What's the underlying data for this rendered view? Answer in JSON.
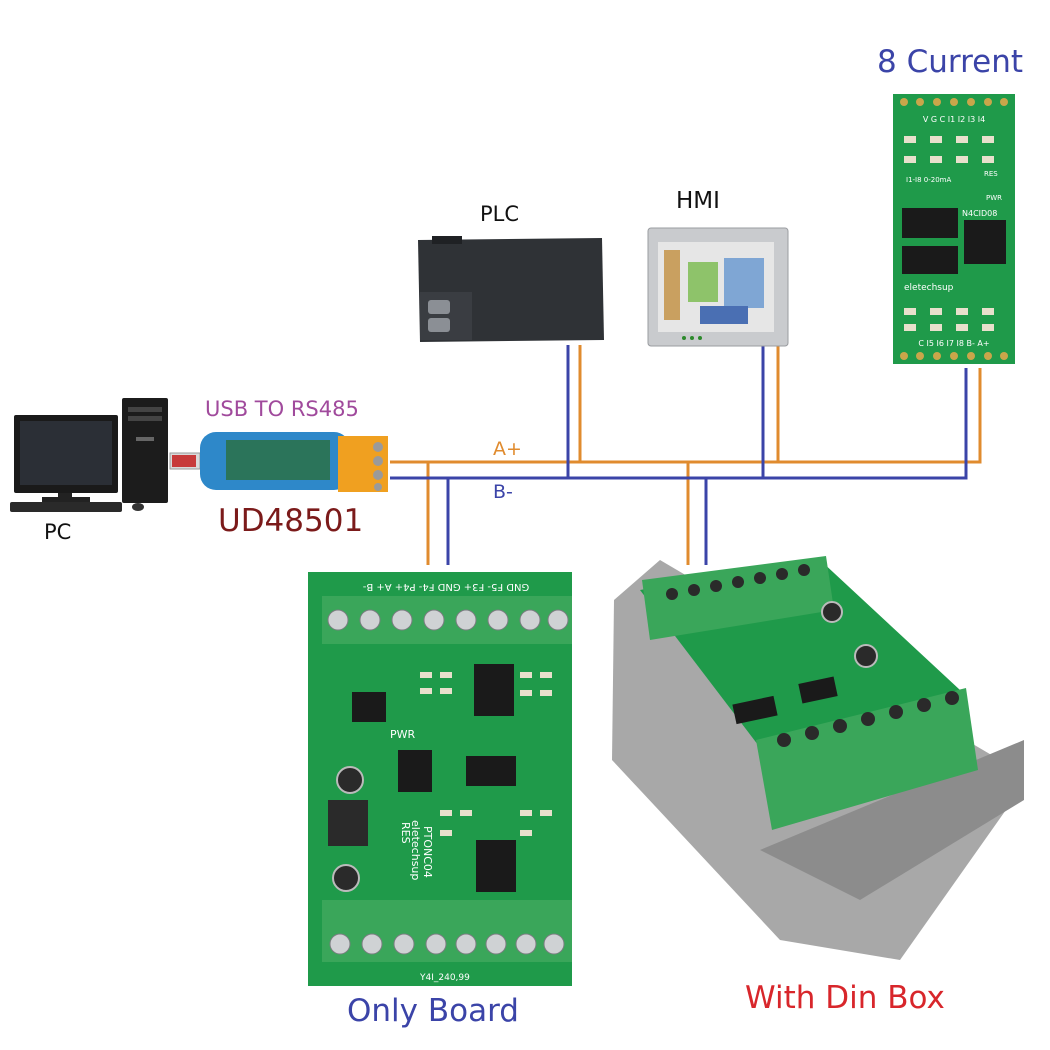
{
  "labels": {
    "plc": "PLC",
    "hmi": "HMI",
    "eight_current": "8 Current",
    "usb_to_rs485": "USB TO RS485",
    "ud48501": "UD48501",
    "pc": "PC",
    "a_plus": "A+",
    "b_minus": "B-",
    "only_board": "Only Board",
    "with_din_box": "With Din Box"
  },
  "board_silkscreen": {
    "top_terminals": "GND F5- F3+ GND F4- P4+ A+ B-",
    "brand": "eletechsup",
    "model": "PTONC04",
    "pwr": "PWR",
    "res": "RES",
    "footer": "Y4I_240,99"
  },
  "current_module_silkscreen": {
    "top_terminals": "V G C I1 I2 I3 I4",
    "range": "I1-I8 0-20mA",
    "brand": "eletechsup",
    "model": "N4CID08",
    "res": "RES",
    "pwr": "PWR",
    "bottom_terminals": "C I5 I6 I7 I8 B- A+"
  },
  "colors": {
    "a_plus_wire": "#e08b2e",
    "b_minus_wire": "#3b44a8",
    "pcb_green": "#1f9a4a",
    "terminal_green": "#3aa65a",
    "din_gray": "#9a9a9a"
  }
}
